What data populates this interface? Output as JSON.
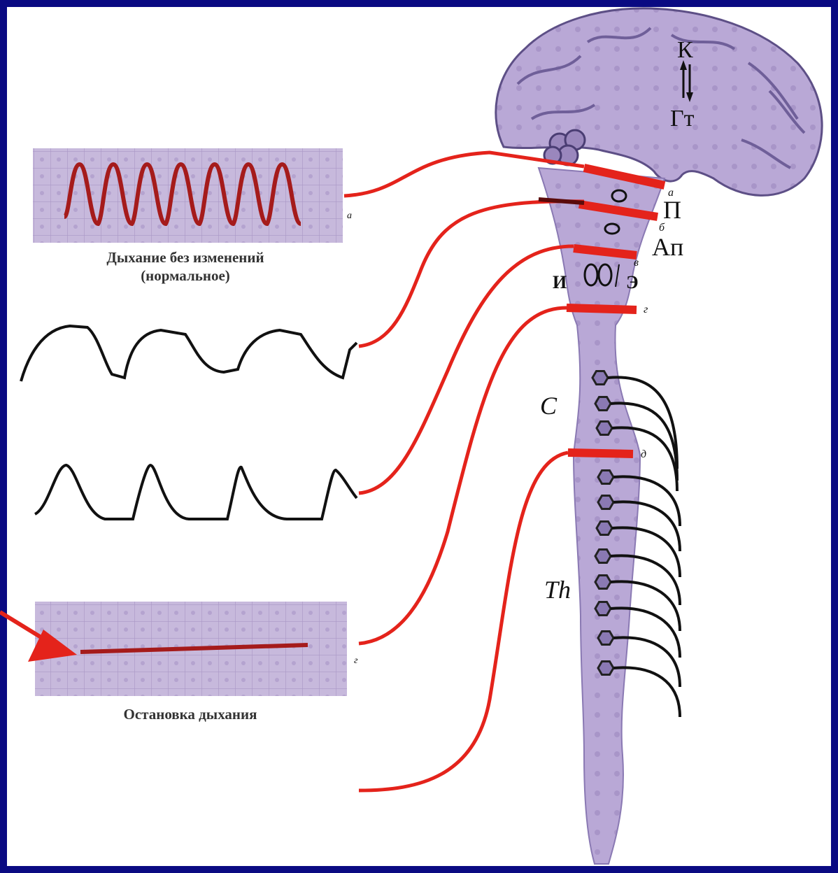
{
  "labels": {
    "cortex": "К",
    "hypothalamus": "Гт",
    "pons": "П",
    "apneustic": "Ап",
    "inspiratory": "И",
    "expiratory": "Э",
    "cervical": "C",
    "thoracic": "Th"
  },
  "cut_letters": {
    "a": "а",
    "b": "б",
    "v": "в",
    "g": "г",
    "d": "д"
  },
  "records": {
    "normal_caption_line1": "Дыхание без изменений",
    "normal_caption_line2": "(нормальное)",
    "normal_letter": "а",
    "stop_caption": "Остановка дыхания",
    "stop_letter": "г"
  },
  "colors": {
    "background": "#0a0a82",
    "tissue": "#b9a8d6",
    "cut_line": "#e4231b",
    "trace_normal": "#a51b1b",
    "trace_black": "#111111",
    "arrow": "#e4231b"
  }
}
